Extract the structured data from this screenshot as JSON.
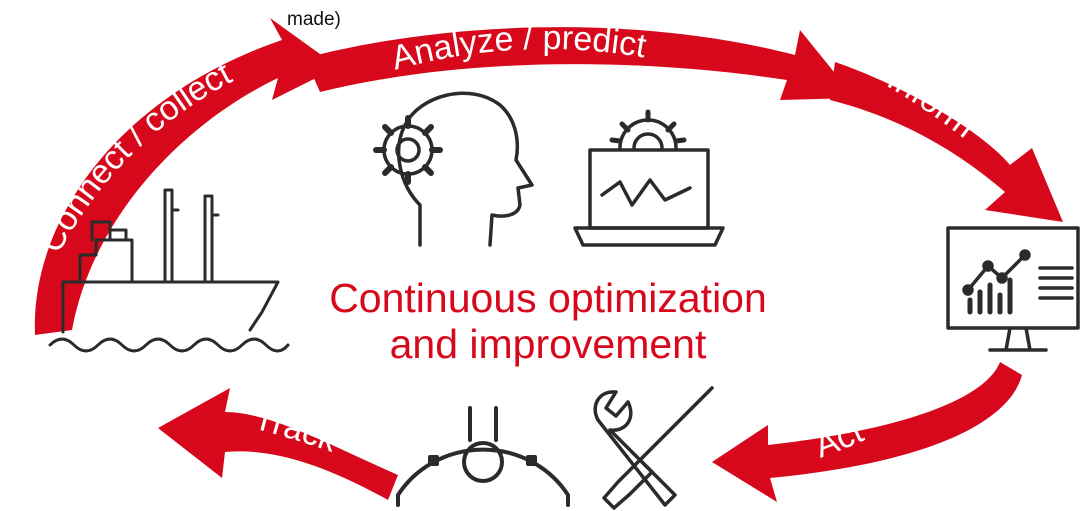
{
  "header_fragment": "made)",
  "cycle_steps": [
    {
      "label": "Connect / collect"
    },
    {
      "label": "Analyze / predict"
    },
    {
      "label": "Inform"
    },
    {
      "label": "Act"
    },
    {
      "label": "Track"
    }
  ],
  "center_title": {
    "line1": "Continuous optimization",
    "line2": "and improvement"
  },
  "colors": {
    "accent": "#d7081b",
    "title": "#d7081b",
    "icon_stroke": "#2b2b2b",
    "background": "#ffffff"
  },
  "icons": [
    "ship-icon",
    "head-gear-icon",
    "laptop-graph-icon",
    "monitor-dashboard-icon",
    "helmet-icon",
    "tools-icon"
  ]
}
